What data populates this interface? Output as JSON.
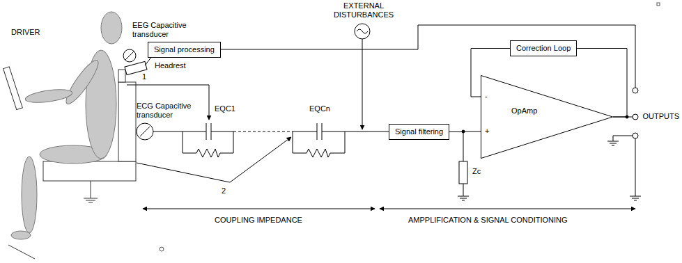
{
  "diagram": {
    "nodes": [
      {
        "text": [
          "Signal processing"
        ]
      },
      {
        "text": [
          "Correction Loop"
        ]
      },
      {
        "text": [
          "-",
          "OpAmp",
          "+"
        ]
      },
      {
        "text": [
          "Signal filtering"
        ]
      }
    ],
    "edges": [
      {
        "from": 2,
        "to": 1,
        "arrow": "none"
      },
      {
        "from": 1,
        "to": 2,
        "arrow": "none"
      },
      {
        "from": 3,
        "to": 2,
        "arrow": "none"
      }
    ],
    "labels": [
      "EXTERNAL DISTURBANCES",
      "DRIVER",
      "EEG Capacitive transducer",
      "Headrest",
      "1",
      "ECG Capacitive transducer",
      "EQC1",
      "EQCn",
      "Zc",
      "OUTPUTS",
      "2",
      "COUPLING IMPEDANCE",
      "AMPPLIFICATION & SIGNAL CONDITIONING"
    ]
  }
}
